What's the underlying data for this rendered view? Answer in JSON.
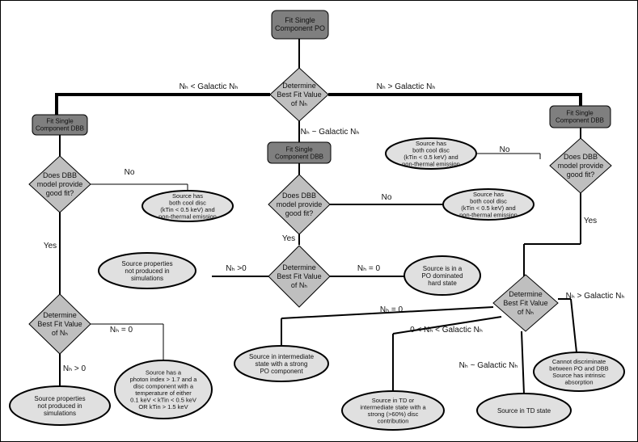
{
  "nodes": {
    "fit_po": [
      "Fit Single",
      "Component PO"
    ],
    "det_top": [
      "Determine",
      "Best Fit Value",
      "of Nₕ"
    ],
    "fit_dbb_left": [
      "Fit Single",
      "Component DBB"
    ],
    "fit_dbb_mid": [
      "Fit Single",
      "Component DBB"
    ],
    "fit_dbb_right": [
      "Fit Single",
      "Component DBB"
    ],
    "dbb_q_left": [
      "Does DBB",
      "model provide",
      "good fit?"
    ],
    "dbb_q_mid": [
      "Does DBB",
      "model provide",
      "good fit?"
    ],
    "dbb_q_right": [
      "Does DBB",
      "model provide",
      "good fit?"
    ],
    "cool_left": [
      "Source has",
      "both cool disc",
      "(kTin < 0.5 keV) and",
      "non-thermal emission"
    ],
    "cool_mid": [
      "Source has",
      "both cool disc",
      "(kTin < 0.5 keV) and",
      "non-thermal emission"
    ],
    "cool_right": [
      "Source has",
      "both cool disc",
      "(kTin < 0.5 keV) and",
      "non-thermal emission"
    ],
    "det_left": [
      "Determine",
      "Best Fit Value",
      "of Nₕ"
    ],
    "det_mid": [
      "Determine",
      "Best Fit Value",
      "of Nₕ"
    ],
    "det_right": [
      "Determine",
      "Best Fit Value",
      "of Nₕ"
    ],
    "notsim_mid": [
      "Source properties",
      "not produced in",
      "simulations"
    ],
    "notsim_left": [
      "Source properties",
      "not produced in",
      "simulations"
    ],
    "po_hard": [
      "Source is in a",
      "PO dominated",
      "hard state"
    ],
    "photon_idx": [
      "Source has a",
      "photon index > 1.7 and a",
      "disc component with a",
      "temperature of either",
      "0.1 keV < kTin < 0.5 keV",
      "OR kTin > 1.5 keV"
    ],
    "intermediate": [
      "Source in intermediate",
      "state with a strong",
      "PO component"
    ],
    "td_or_int": [
      "Source in TD or",
      "intermediate state with a",
      "strong (>60%) disc",
      "contribution"
    ],
    "td_state": [
      "Source in TD state"
    ],
    "cannot": [
      "Cannot discriminate",
      "between PO and DBB",
      "Source has intrinsic",
      "absorption"
    ]
  },
  "edge_labels": {
    "nh_less_gal": "Nₕ < Galactic Nₕ",
    "nh_greater_gal_top": "Nₕ > Galactic Nₕ",
    "nh_approx_gal_top": "Nₕ ~ Galactic Nₕ",
    "no_left": "No",
    "no_mid": "No",
    "no_right": "No",
    "yes_left": "Yes",
    "yes_mid": "Yes",
    "yes_right": "Yes",
    "nh_gt0_mid": "Nₕ >0",
    "nh_eq0_mid": "Nₕ = 0",
    "nh_eq0_left": "Nₕ = 0",
    "nh_gt0_left": "Nₕ > 0",
    "nh_eq0_right": "Nₕ = 0",
    "nh_between_right": "0 < Nₕ < Galactic Nₕ",
    "nh_approx_gal_right": "Nₕ ~ Galactic Nₕ",
    "nh_greater_gal_right": "Nₕ > Galactic Nₕ"
  },
  "colors": {
    "box_dark": "#7f7f7f",
    "diamond": "#bfbfbf",
    "ellipse": "#e0e0e0",
    "line": "#000000"
  }
}
